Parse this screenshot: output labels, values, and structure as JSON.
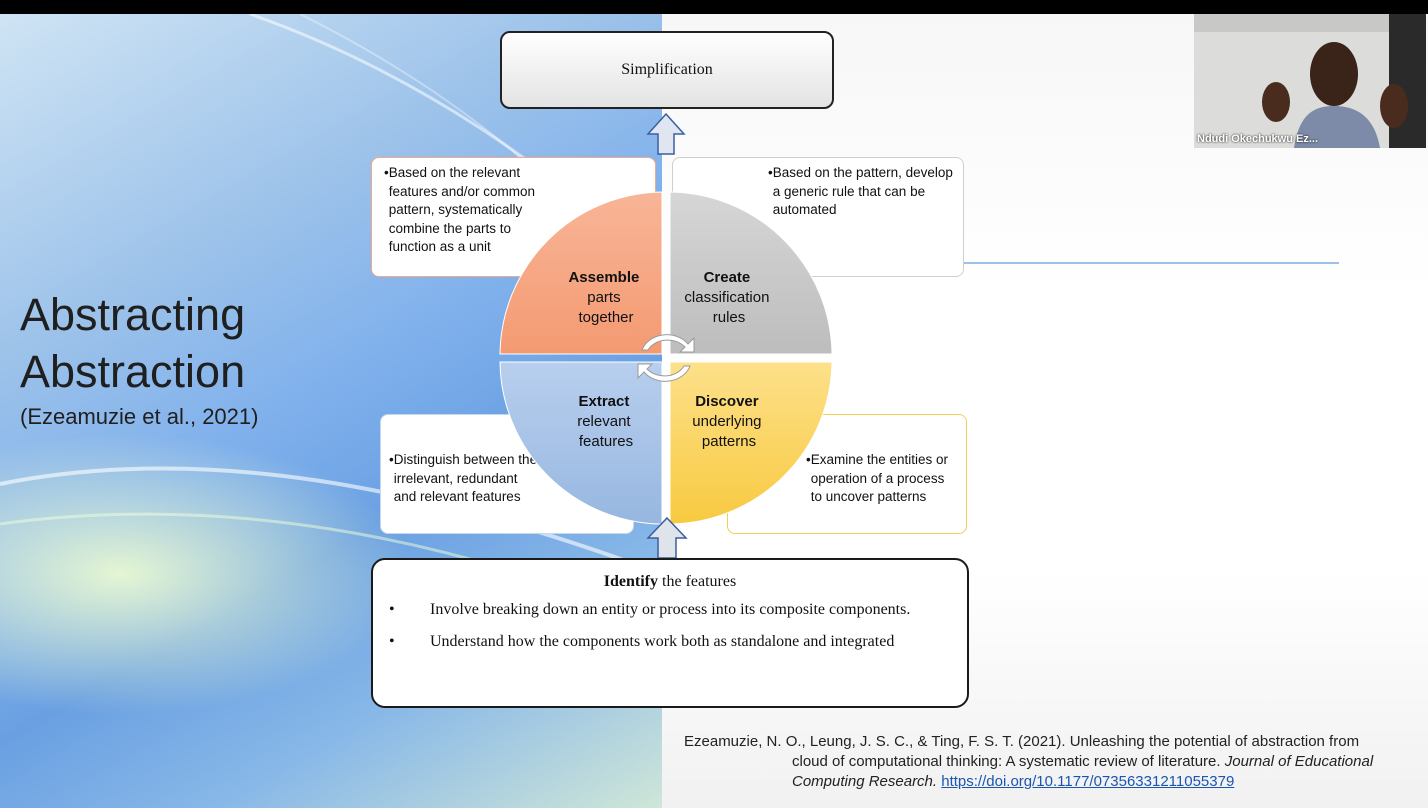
{
  "slide": {
    "title_line1": "Abstracting",
    "title_line2": "Abstraction",
    "title_citation": "(Ezeamuzie et al., 2021)"
  },
  "top_box": {
    "label": "Simplification"
  },
  "quadrants": {
    "assemble": {
      "bold": "Assemble",
      "rest_line1": "parts",
      "rest_line2": "together",
      "color": "#f7a884"
    },
    "create": {
      "bold": "Create",
      "rest_line1": "classification",
      "rest_line2": "rules",
      "color": "#c9c9c9"
    },
    "extract": {
      "bold": "Extract",
      "rest_line1": "relevant",
      "rest_line2": "features",
      "color": "#a7c3e6"
    },
    "discover": {
      "bold": "Discover",
      "rest_line1": "underlying",
      "rest_line2": "patterns",
      "color": "#fbd661"
    }
  },
  "notes": {
    "top_left": {
      "bullet": "•",
      "text": "Based on the relevant features and/or common pattern, systematically combine the parts to function as a unit"
    },
    "top_right": {
      "bullet": "•",
      "text": "Based on the pattern, develop a generic rule that can be automated"
    },
    "bottom_left": {
      "bullet": "•",
      "text": "Distinguish between the irrelevant, redundant and relevant features"
    },
    "bottom_right": {
      "bullet": "•",
      "text": "Examine the entities or operation of a process to uncover patterns"
    }
  },
  "identify_box": {
    "heading_bold": "Identify",
    "heading_rest": "the features",
    "bullet_symbol": "•",
    "items": [
      "Involve breaking down an entity or process into its composite components.",
      "Understand how the components work both as standalone and integrated"
    ]
  },
  "reference": {
    "part1": "Ezeamuzie, N. O., Leung, J. S. C., & Ting, F. S. T. (2021). Unleashing the potential of abstraction from",
    "part2": "cloud of computational thinking: A systematic review of literature.",
    "journal": "Journal of Educational Computing Research.",
    "doi": "https://doi.org/10.1177/07356331211055379"
  },
  "webcam": {
    "participant_name": "Ndudi Okechukwu Ez..."
  }
}
